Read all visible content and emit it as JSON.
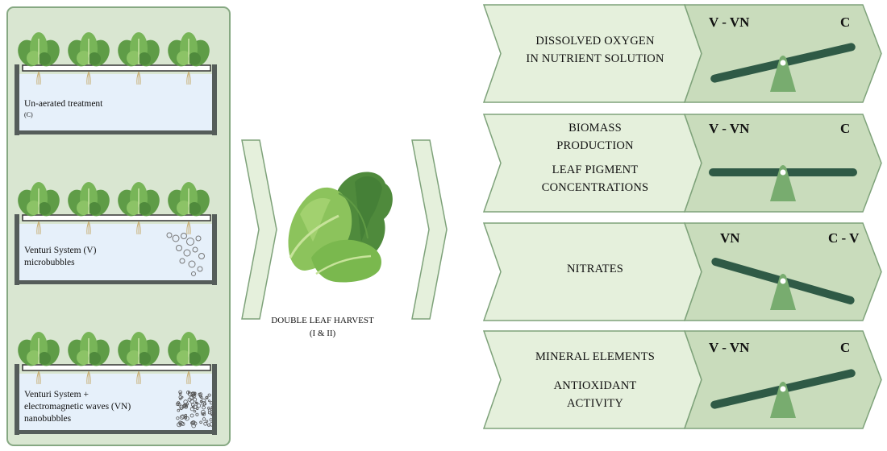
{
  "left_panel": {
    "tanks": [
      {
        "label": "Un-aerated treatment",
        "sub": "(C)",
        "bubbles": "none"
      },
      {
        "label_line1": "Venturi System (V)",
        "label_line2": "microbubbles",
        "bubbles": "micro"
      },
      {
        "label_line1": "Venturi System +",
        "label_line2": "electromagnetic waves (VN)",
        "label_line3": "nanobubbles",
        "bubbles": "nano"
      }
    ]
  },
  "harvest": {
    "line1": "DOUBLE LEAF HARVEST",
    "line2": "(I & II)"
  },
  "results": [
    {
      "lines": [
        "DISSOLVED OXYGEN",
        "IN NUTRIENT SOLUTION"
      ],
      "left": "V - VN",
      "right": "C",
      "tilt": "left-down"
    },
    {
      "group1": [
        "BIOMASS",
        "PRODUCTION"
      ],
      "group2": [
        "LEAF PIGMENT",
        "CONCENTRATIONS"
      ],
      "left": "V - VN",
      "right": "C",
      "tilt": "balanced"
    },
    {
      "lines": [
        "NITRATES"
      ],
      "left": "VN",
      "right": "C - V",
      "tilt": "right-down"
    },
    {
      "group1": [
        "MINERAL ELEMENTS"
      ],
      "group2": [
        "ANTIOXIDANT",
        "ACTIVITY"
      ],
      "left": "V - VN",
      "right": "C",
      "tilt": "left-down"
    }
  ],
  "colors": {
    "panel_bg": "#d9e6d1",
    "panel_border": "#86a882",
    "water": "#e6f0fa",
    "tank_wall": "#555d5a",
    "box_light": "#e5f0dc",
    "box_dark": "#c9dcbc",
    "box_border": "#7ea27a",
    "beam": "#2f5a46",
    "fulcrum": "#78ac6f",
    "lettuce": "#6fae50",
    "lettuce_dark": "#3f7a34"
  }
}
